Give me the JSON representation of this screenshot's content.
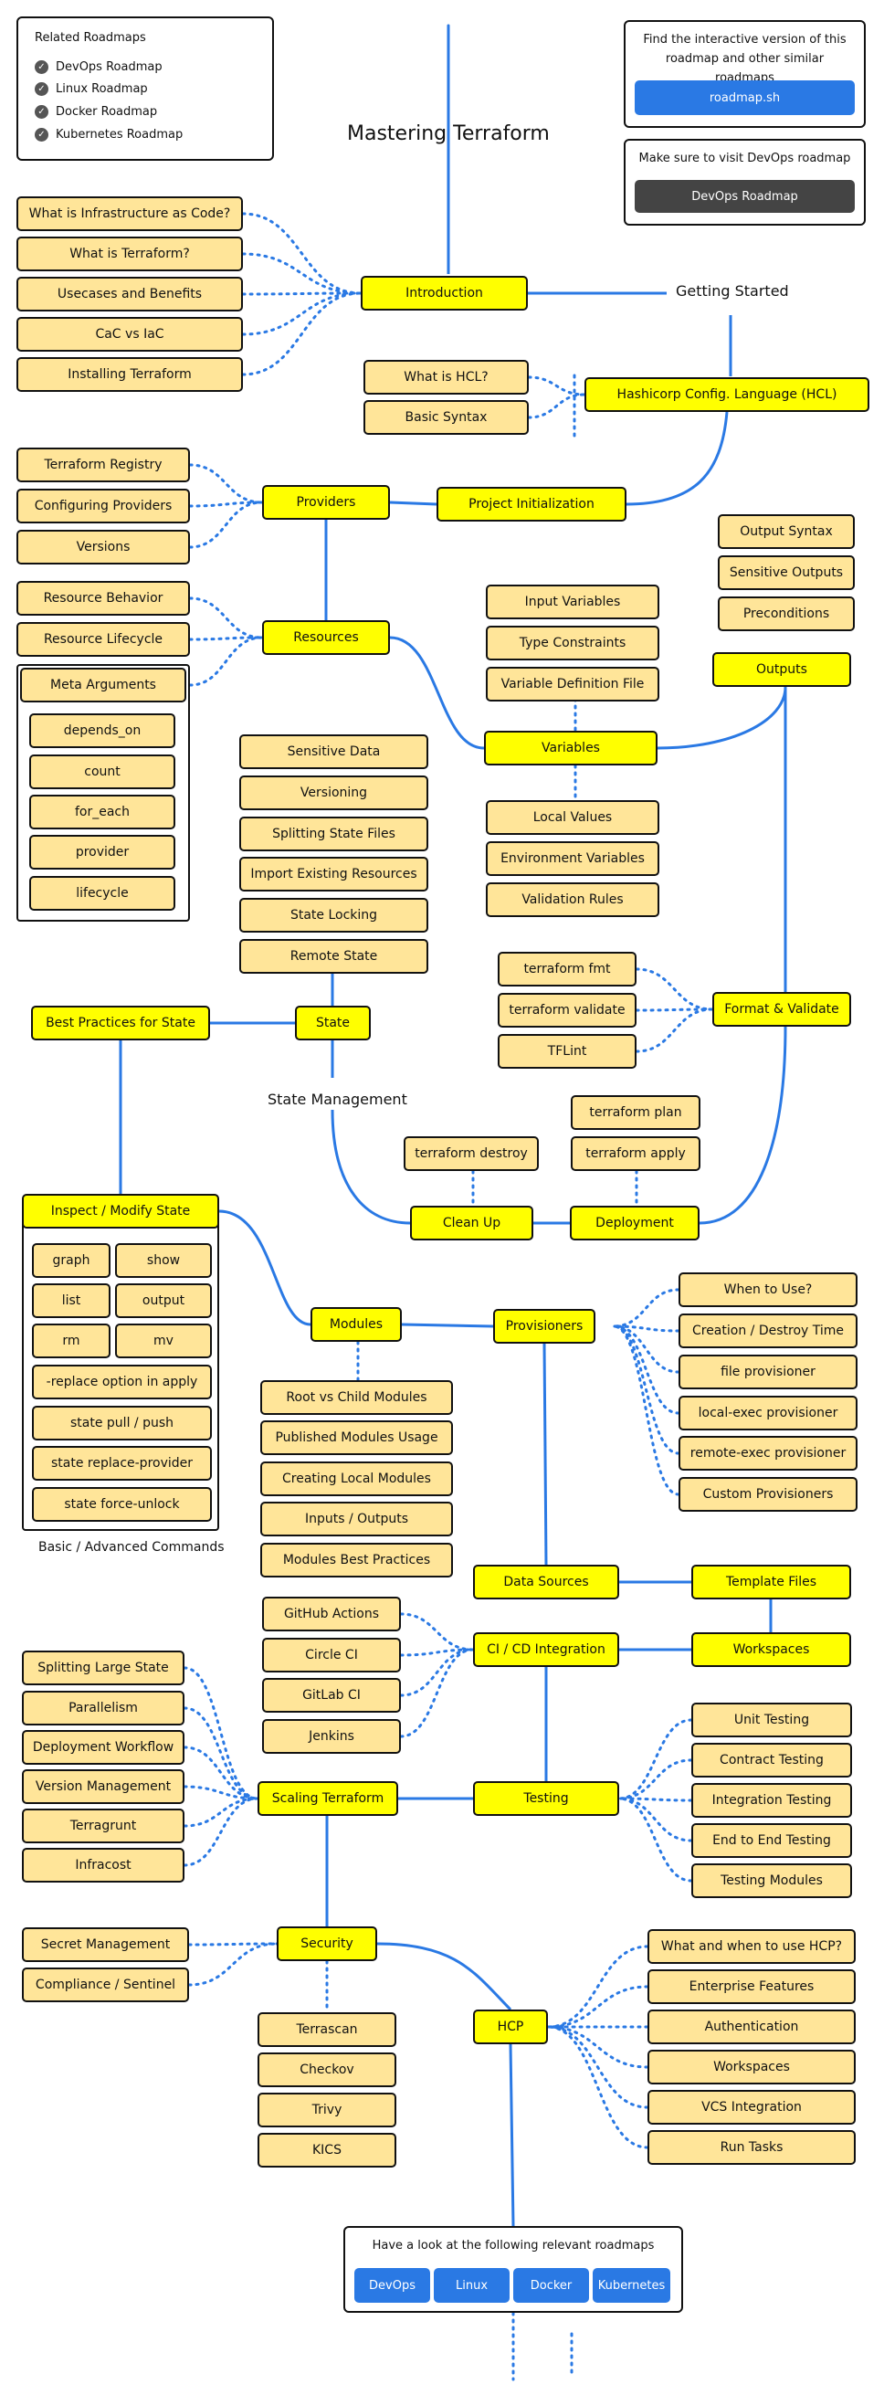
{
  "title": "Mastering Terraform",
  "related": {
    "heading": "Related Roadmaps",
    "items": [
      "DevOps Roadmap",
      "Linux Roadmap",
      "Docker Roadmap",
      "Kubernetes Roadmap"
    ]
  },
  "interactive": {
    "text": "Find the interactive version of this roadmap and other similar roadmaps",
    "button": "roadmap.sh"
  },
  "devops_visit": {
    "text": "Make sure to visit DevOps roadmap",
    "button": "DevOps Roadmap"
  },
  "labels": {
    "getting_started": "Getting Started",
    "state_management": "State Management",
    "basic_advanced": "Basic / Advanced Commands"
  },
  "topics": {
    "introduction": "Introduction",
    "hcl": "Hashicorp Config. Language (HCL)",
    "project_init": "Project Initialization",
    "providers": "Providers",
    "resources": "Resources",
    "variables": "Variables",
    "outputs": "Outputs",
    "format_validate": "Format & Validate",
    "state": "State",
    "best_practices_state": "Best Practices for State",
    "inspect_modify_state": "Inspect / Modify State",
    "clean_up": "Clean Up",
    "deployment": "Deployment",
    "modules": "Modules",
    "provisioners": "Provisioners",
    "data_sources": "Data Sources",
    "template_files": "Template Files",
    "ci_cd": "CI / CD Integration",
    "workspaces": "Workspaces",
    "scaling": "Scaling Terraform",
    "testing": "Testing",
    "security": "Security",
    "hcp": "HCP"
  },
  "subtopics": {
    "intro": [
      "What is Infrastructure as Code?",
      "What is Terraform?",
      "Usecases and Benefits",
      "CaC vs IaC",
      "Installing Terraform"
    ],
    "hcl": [
      "What is HCL?",
      "Basic Syntax"
    ],
    "providers": [
      "Terraform Registry",
      "Configuring Providers",
      "Versions"
    ],
    "resources": [
      "Resource Behavior",
      "Resource Lifecycle",
      "Meta Arguments"
    ],
    "meta_args": [
      "depends_on",
      "count",
      "for_each",
      "provider",
      "lifecycle"
    ],
    "outputs": [
      "Output Syntax",
      "Sensitive Outputs",
      "Preconditions"
    ],
    "variables_top": [
      "Input Variables",
      "Type Constraints",
      "Variable Definition File"
    ],
    "variables_bottom": [
      "Local Values",
      "Environment Variables",
      "Validation Rules"
    ],
    "state": [
      "Sensitive Data",
      "Versioning",
      "Splitting State Files",
      "Import Existing Resources",
      "State Locking",
      "Remote State"
    ],
    "format": [
      "terraform fmt",
      "terraform validate",
      "TFLint"
    ],
    "deployment": [
      "terraform plan",
      "terraform apply"
    ],
    "clean_up": [
      "terraform destroy"
    ],
    "inspect_pairs": [
      "graph",
      "show",
      "list",
      "output",
      "rm",
      "mv"
    ],
    "inspect_rows": [
      "-replace option in apply",
      "state pull / push",
      "state replace-provider",
      "state force-unlock"
    ],
    "modules": [
      "Root vs Child Modules",
      "Published Modules Usage",
      "Creating Local Modules",
      "Inputs / Outputs",
      "Modules Best Practices"
    ],
    "provisioners": [
      "When to Use?",
      "Creation / Destroy Time",
      "file provisioner",
      "local-exec provisioner",
      "remote-exec provisioner",
      "Custom Provisioners"
    ],
    "ci_cd": [
      "GitHub Actions",
      "Circle CI",
      "GitLab CI",
      "Jenkins"
    ],
    "scaling": [
      "Splitting Large State",
      "Parallelism",
      "Deployment Workflow",
      "Version Management",
      "Terragrunt",
      "Infracost"
    ],
    "testing": [
      "Unit Testing",
      "Contract Testing",
      "Integration Testing",
      "End to End Testing",
      "Testing Modules"
    ],
    "security_left": [
      "Secret Management",
      "Compliance / Sentinel"
    ],
    "security_tools": [
      "Terrascan",
      "Checkov",
      "Trivy",
      "KICS"
    ],
    "hcp": [
      "What and when to use HCP?",
      "Enterprise Features",
      "Authentication",
      "Workspaces",
      "VCS Integration",
      "Run Tasks"
    ]
  },
  "footer": {
    "text": "Have a look at the following relevant roadmaps",
    "buttons": [
      "DevOps",
      "Linux",
      "Docker",
      "Kubernetes"
    ]
  },
  "colors": {
    "topic": "#ffff00",
    "subtopic": "#ffe599",
    "line": "#2a79e4",
    "button": "#2a79e4",
    "dark_button": "#444444"
  }
}
